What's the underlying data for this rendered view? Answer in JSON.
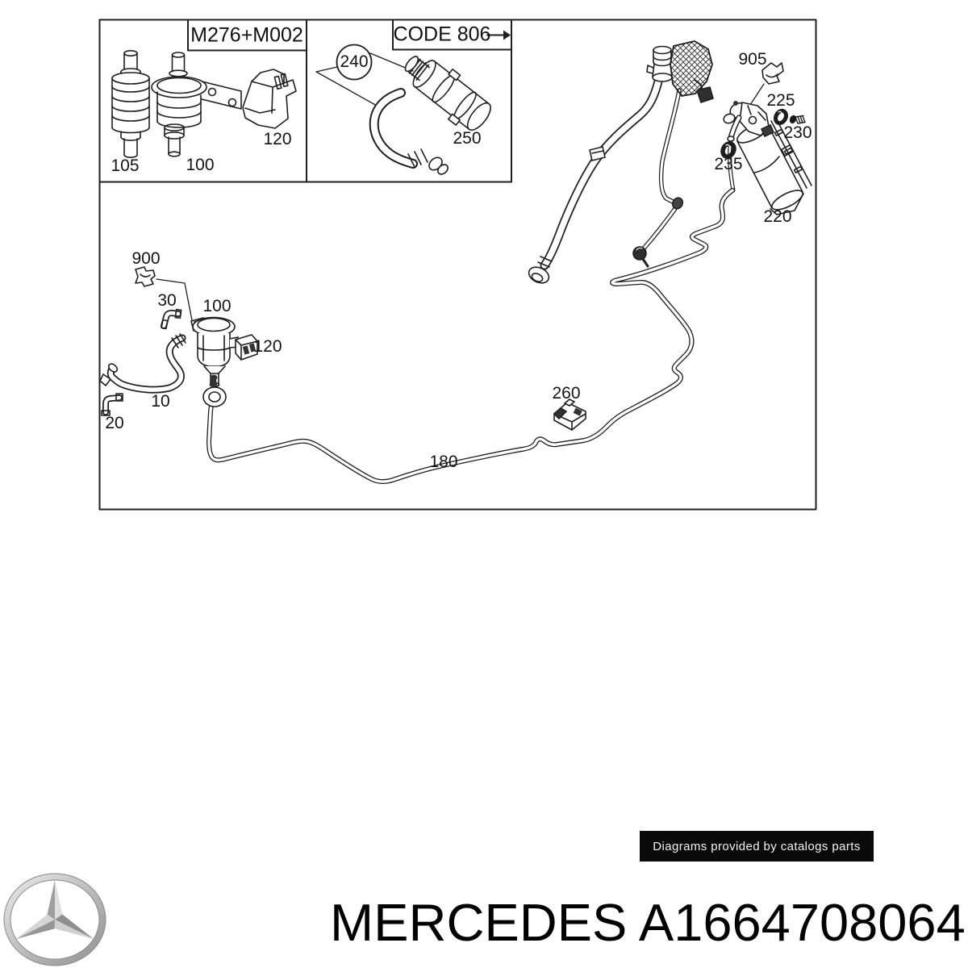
{
  "diagram": {
    "inset_engine_label": "M276+M002",
    "inset_code_label": "CODE 806",
    "labels": {
      "l105": "105",
      "l100_inset": "100",
      "l120_inset": "120",
      "l240": "240",
      "l250": "250",
      "l900": "900",
      "l30": "30",
      "l100": "100",
      "l120": "120",
      "l10": "10",
      "l20": "20",
      "l180": "180",
      "l260": "260",
      "l905": "905",
      "l225": "225",
      "l230": "230",
      "l235": "235",
      "l220": "220"
    }
  },
  "watermark": {
    "text": "Diagrams provided by catalogs parts"
  },
  "footer": {
    "title": "MERCEDES A1664708064"
  },
  "icons": {
    "brand_logo": "mercedes-three-pointed-star"
  },
  "colors": {
    "line": "#1f1f1f",
    "watermark_bg": "#0a0a0a",
    "logo_silver": "#c2c2c2"
  }
}
